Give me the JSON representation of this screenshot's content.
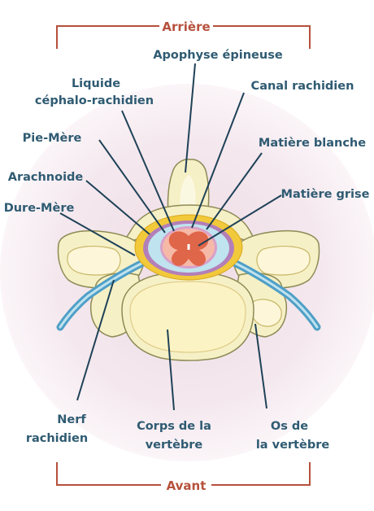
{
  "orientation": {
    "top": "Arrière",
    "bottom": "Avant"
  },
  "labels": {
    "apophyse": "Apophyse épineuse",
    "liquide_1": "Liquide",
    "liquide_2": "céphalo-rachidien",
    "canal": "Canal rachidien",
    "pie_mere": "Pie-Mère",
    "matiere_blanche": "Matière blanche",
    "arachnoide": "Arachnoide",
    "matiere_grise": "Matière grise",
    "dure_mere": "Dure-Mère",
    "nerf_1": "Nerf",
    "nerf_2": "rachidien",
    "corps_1": "Corps de la",
    "corps_2": "vertèbre",
    "os_1": "Os de",
    "os_2": "la vertèbre"
  },
  "colors": {
    "label_text": "#2f5b72",
    "edge_text": "#b6513c",
    "leader_line": "#1f4258",
    "bone_fill": "#f6f0c6",
    "halo": "#f3e6ec",
    "dura": "#f2c93a",
    "arachnoid": "#b37fb8",
    "csf": "#bfe3ef",
    "white_matter": "#f6b9a7",
    "grey_matter": "#e06649",
    "nerve": "#4f9fc7"
  }
}
